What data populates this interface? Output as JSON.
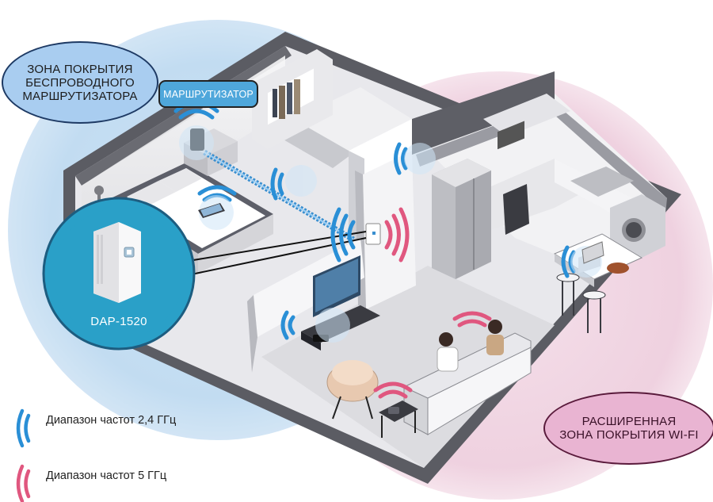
{
  "router_zone_label": [
    "ЗОНА ПОКРЫТИЯ",
    "БЕСПРОВОДНОГО",
    "МАРШРУТИЗАТОРА"
  ],
  "router_tag": "МАРШРУТИЗАТОР",
  "device_label": "DAP-1520",
  "extended_zone_label": [
    "РАСШИРЕННАЯ",
    "ЗОНА ПОКРЫТИЯ WI-FI"
  ],
  "legend": [
    {
      "label": "Диапазон частот 2,4 ГГц",
      "color": "#2a8fd6",
      "icon": "wifi-arc-icon"
    },
    {
      "label": "Диапазон частот 5 ГГц",
      "color": "#e0577f",
      "icon": "wifi-arc-icon"
    }
  ],
  "colors": {
    "band_24": "#2a8fd6",
    "band_5": "#e0577f",
    "router_zone": "#bcd8f1",
    "extended_zone": "#ecc4da",
    "device_circle": "#2aa0c8"
  }
}
